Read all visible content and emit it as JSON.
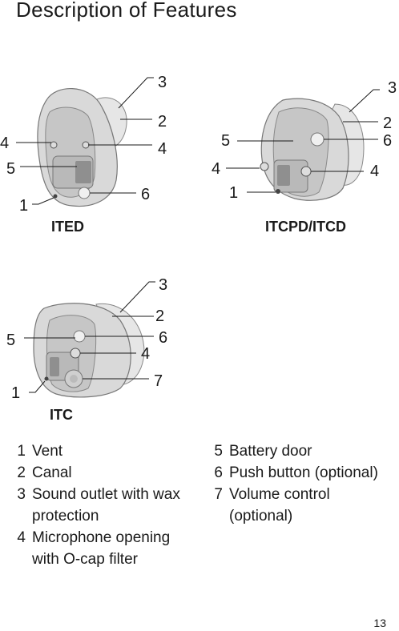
{
  "page": {
    "title": "Description of Features",
    "page_number": "13"
  },
  "figures": {
    "ited": {
      "label": "ITED",
      "callouts": [
        "3",
        "2",
        "4",
        "4",
        "5",
        "6",
        "1"
      ]
    },
    "itcpd": {
      "label": "ITCPD/ITCD",
      "callouts": [
        "3",
        "2",
        "5",
        "6",
        "4",
        "4",
        "1"
      ]
    },
    "itc": {
      "label": "ITC",
      "callouts": [
        "3",
        "2",
        "5",
        "6",
        "4",
        "7",
        "1"
      ]
    }
  },
  "legend_left": [
    {
      "num": "1",
      "text": "Vent"
    },
    {
      "num": "2",
      "text": "Canal"
    },
    {
      "num": "3",
      "text": "Sound outlet with wax protection"
    },
    {
      "num": "4",
      "text": "Microphone opening with O-cap filter"
    }
  ],
  "legend_right": [
    {
      "num": "5",
      "text": "Battery door"
    },
    {
      "num": "6",
      "text": "Push button (optional)"
    },
    {
      "num": "7",
      "text": "Volume control (optional)"
    }
  ]
}
